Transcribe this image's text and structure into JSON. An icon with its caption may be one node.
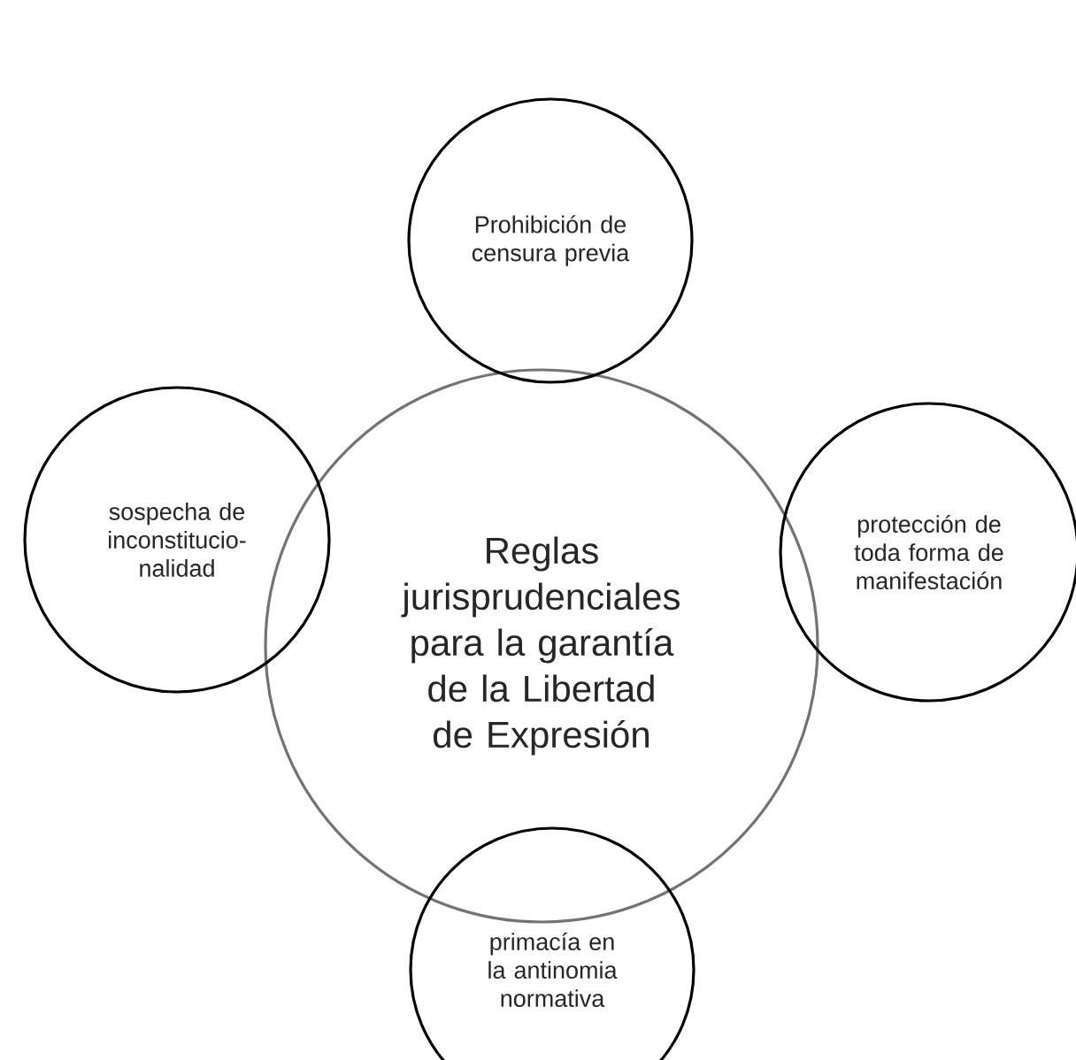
{
  "diagram": {
    "nodes": [
      {
        "text": [
          "Reglas jurisprudenciales para la garantía de la Libertad de Expresión"
        ]
      },
      {
        "text": [
          "Prohibición de censura previa"
        ]
      },
      {
        "text": [
          "sospecha de inconstitucio-nalidad"
        ]
      },
      {
        "text": [
          "protección de toda forma de manifestación"
        ]
      },
      {
        "text": [
          "primacía en la antinomia normativa"
        ]
      }
    ]
  }
}
